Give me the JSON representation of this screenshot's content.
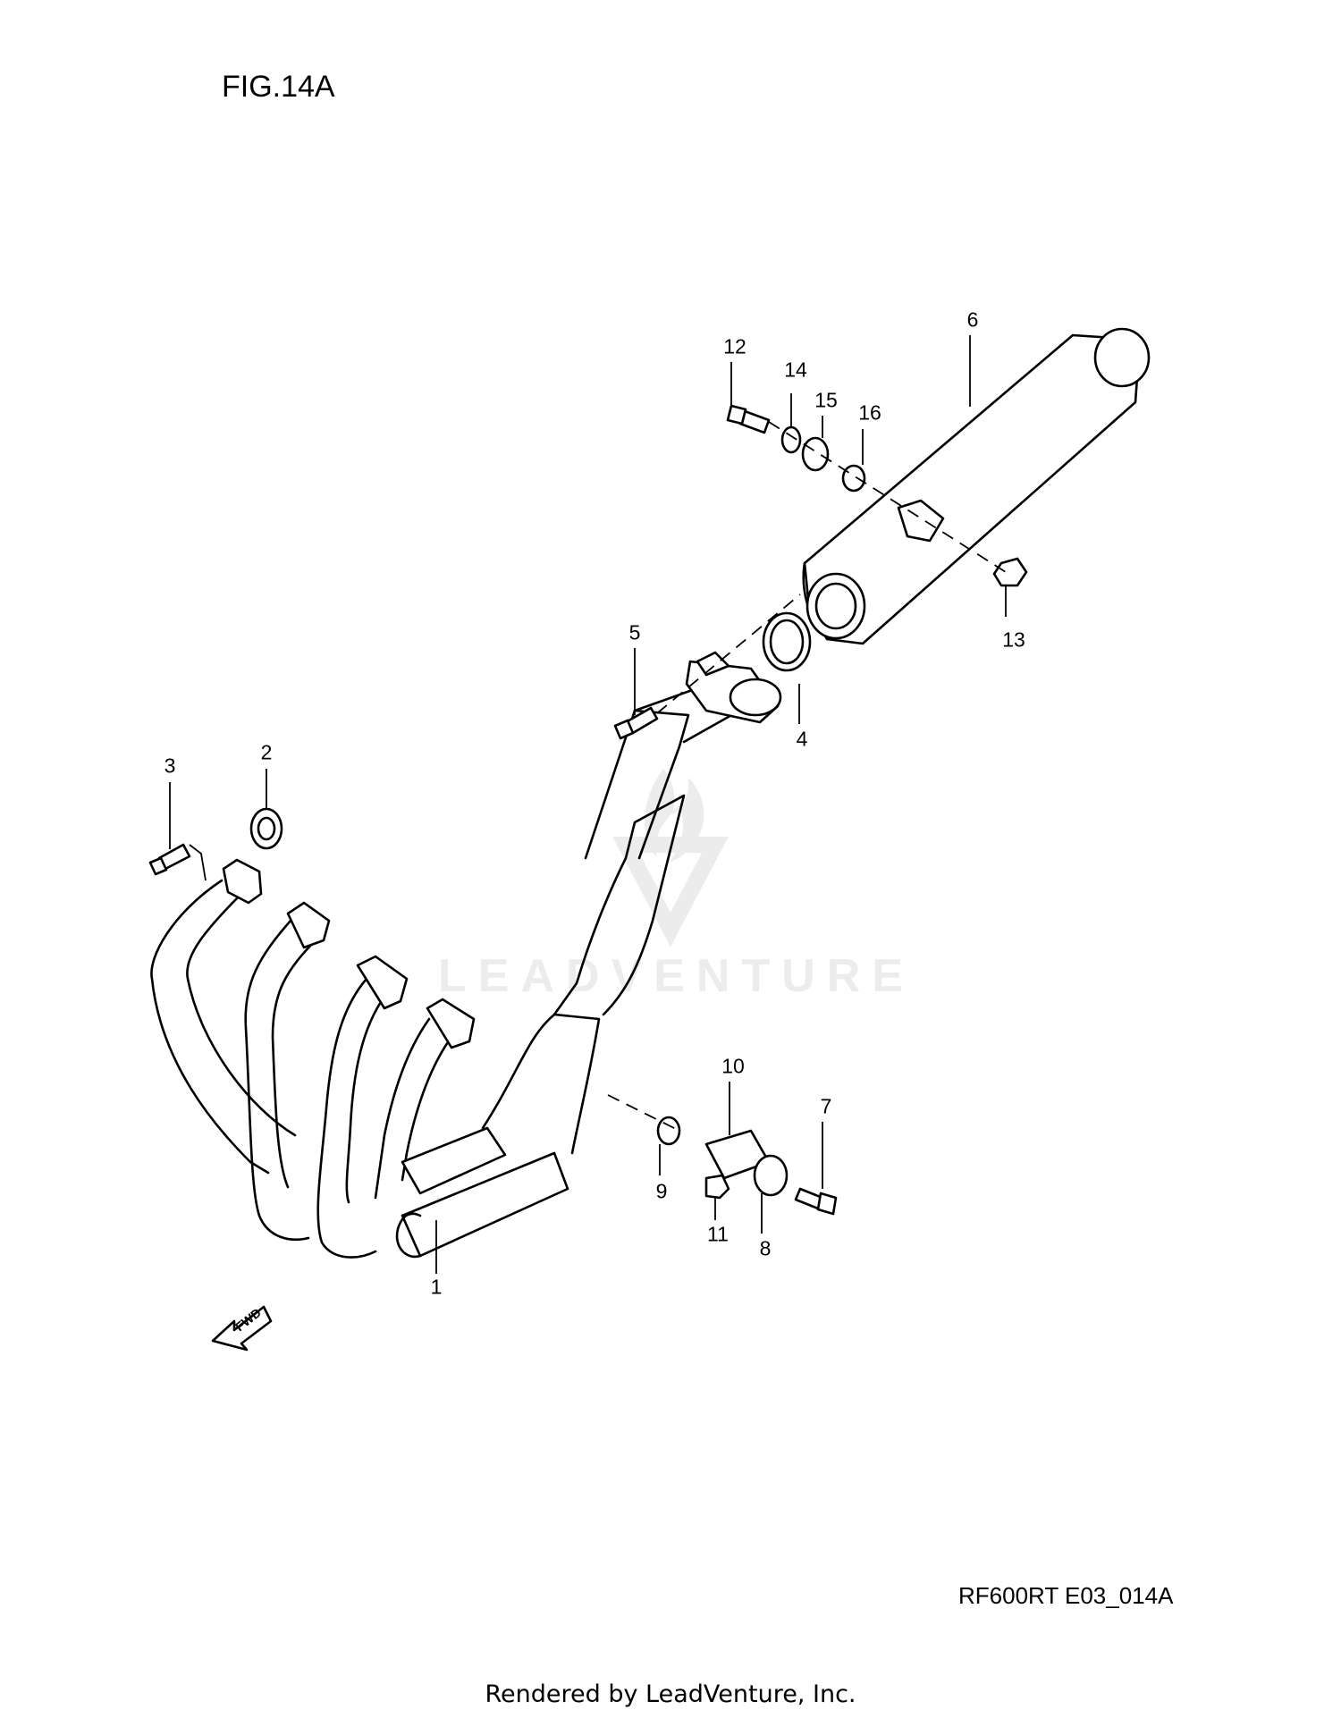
{
  "figure": {
    "title": "FIG.14A",
    "code": "RF600RT E03_014A"
  },
  "footer": {
    "rendered_by": "Rendered by LeadVenture, Inc."
  },
  "watermark": {
    "text": "LEADVENTURE"
  },
  "fwd_arrow": {
    "label": "FWD"
  },
  "callouts": [
    {
      "id": "c1",
      "label": "1"
    },
    {
      "id": "c2",
      "label": "2"
    },
    {
      "id": "c3",
      "label": "3"
    },
    {
      "id": "c4",
      "label": "4"
    },
    {
      "id": "c5",
      "label": "5"
    },
    {
      "id": "c6",
      "label": "6"
    },
    {
      "id": "c7",
      "label": "7"
    },
    {
      "id": "c8",
      "label": "8"
    },
    {
      "id": "c9",
      "label": "9"
    },
    {
      "id": "c10",
      "label": "10"
    },
    {
      "id": "c11",
      "label": "11"
    },
    {
      "id": "c12",
      "label": "12"
    },
    {
      "id": "c13",
      "label": "13"
    },
    {
      "id": "c14",
      "label": "14"
    },
    {
      "id": "c15",
      "label": "15"
    },
    {
      "id": "c16",
      "label": "16"
    }
  ]
}
